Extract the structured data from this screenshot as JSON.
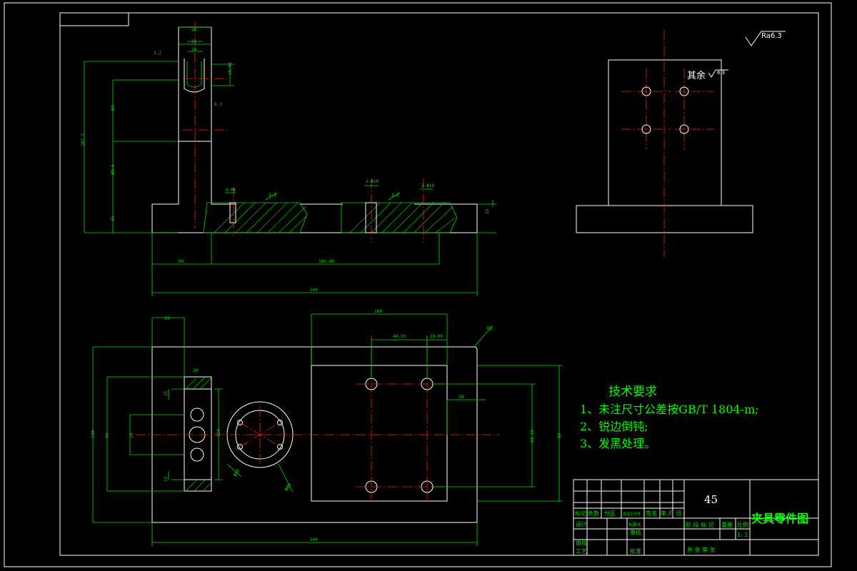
{
  "roughness": {
    "main": "Ra6.3",
    "other_label": "其余",
    "other_value": "6.3"
  },
  "dims": {
    "top_width": "39",
    "slot_width": "21",
    "slot_inner": "16",
    "angle_small": "3.2",
    "height_total": "167.5",
    "height_upper": "63",
    "height_mid": "49.6",
    "height_base": "35",
    "slot_depth": "15.05",
    "base_right": "25",
    "hole_small": "4-M6",
    "hole_a": "2-Φ10",
    "hole_b": "2-Φ10",
    "rough_a": "3.2",
    "rough_b": "3.2",
    "rough_c": "6.3",
    "off_left": "64",
    "span_mid": "169.48",
    "total_len": "240",
    "plan_width": "130",
    "plan_top": "160",
    "hole_x1": "44.33",
    "hole_x2": "19.09",
    "plan_inner_h": "63.18",
    "plan_h": "80",
    "plan_small": "20",
    "plan_left_w": "24",
    "left_block_w": "20",
    "plan_left_h": "120",
    "plan_left_inner": "90",
    "left_small1": "15",
    "left_small2": "15",
    "left_small3": "10",
    "circle_a": "Φ80",
    "circle_b": "Φ50",
    "plan_total": "240",
    "corner": "R5"
  },
  "notes": {
    "heading": "技术要求",
    "line1": "1、未注尺寸公差按GB/T 1804-m;",
    "line2": "2、锐边倒钝;",
    "line3": "3、发黑处理。"
  },
  "title_block": {
    "material": "45",
    "drawing_title": "夹具零件图",
    "row_headers": [
      "标记",
      "处数",
      "分区",
      "更改文件号",
      "签名",
      "年 月 日"
    ],
    "design": "设计",
    "standard": "标准化",
    "review": "审核",
    "process": "工艺",
    "audit": "审核",
    "approve": "批准",
    "stage": "阶 段 标 记",
    "weight": "重量",
    "scale_label": "比例",
    "scale": "1: 1",
    "sheets": "共    张  第    张"
  }
}
